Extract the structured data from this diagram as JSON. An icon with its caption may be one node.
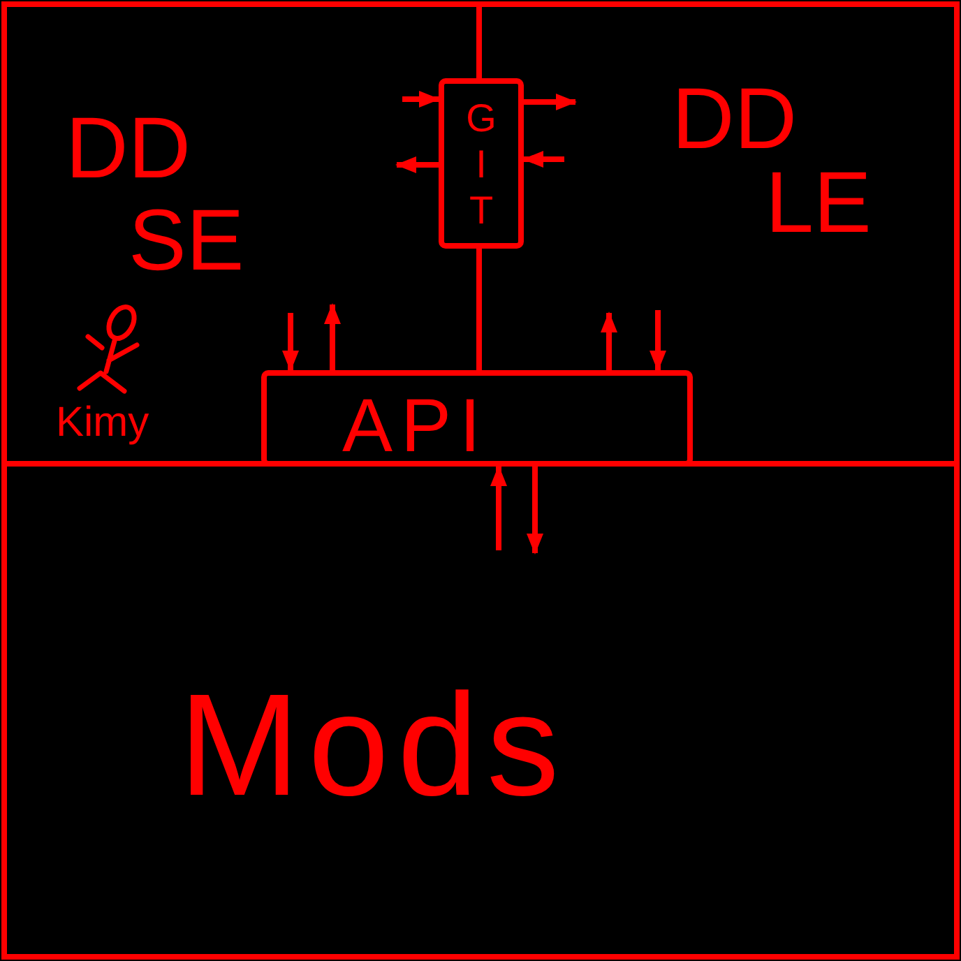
{
  "diagram": {
    "nodes": [
      {
        "text": [
          "DD SE"
        ]
      },
      {
        "text": [
          "DD LE"
        ]
      },
      {
        "text": [
          "GIT"
        ]
      },
      {
        "text": [
          "API"
        ]
      },
      {
        "text": [
          "Mods"
        ]
      }
    ],
    "edges": [
      {
        "from": 0,
        "to": 2,
        "arrow": "to"
      },
      {
        "from": 2,
        "to": 0,
        "arrow": "to"
      },
      {
        "from": 2,
        "to": 1,
        "arrow": "to"
      },
      {
        "from": 1,
        "to": 2,
        "arrow": "to"
      },
      {
        "from": 2,
        "to": 3,
        "arrow": "none"
      },
      {
        "from": 0,
        "to": 3,
        "arrow": "to"
      },
      {
        "from": 3,
        "to": 0,
        "arrow": "to"
      },
      {
        "from": 3,
        "to": 1,
        "arrow": "to"
      },
      {
        "from": 1,
        "to": 3,
        "arrow": "to"
      },
      {
        "from": 4,
        "to": 3,
        "arrow": "to"
      },
      {
        "from": 3,
        "to": 4,
        "arrow": "to"
      }
    ],
    "labels": [
      "Kimy"
    ]
  }
}
